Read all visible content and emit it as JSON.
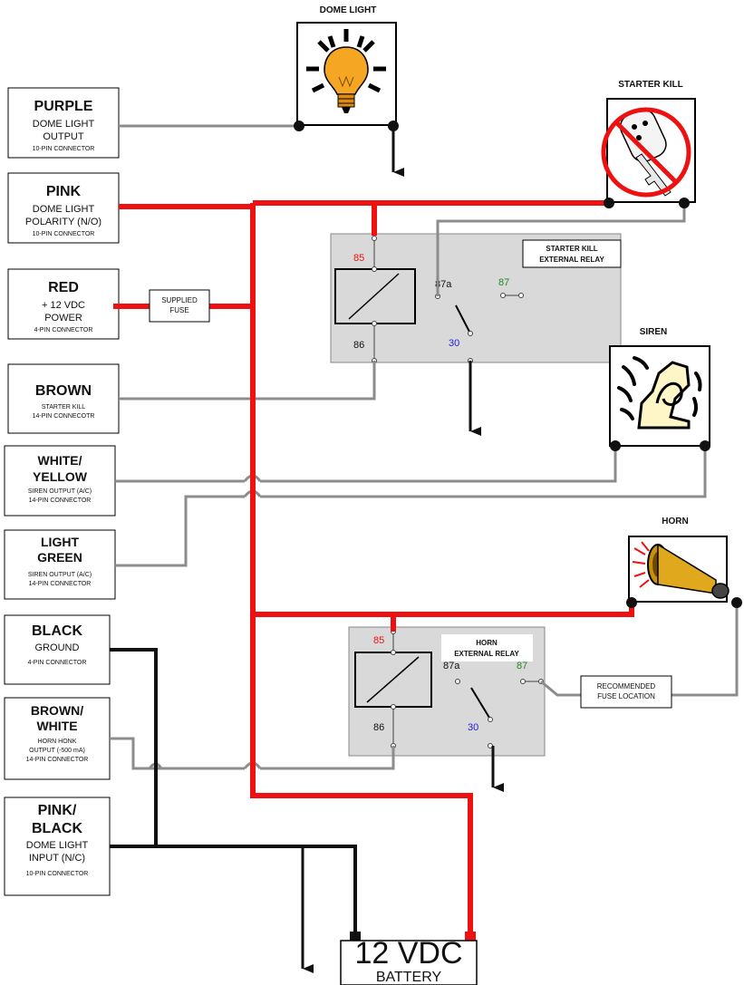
{
  "connectors": [
    {
      "id": "purple",
      "name": "PURPLE",
      "desc": [
        "DOME LIGHT",
        "OUTPUT"
      ],
      "conn": "10-PIN CONNECTOR"
    },
    {
      "id": "pink",
      "name": "PINK",
      "desc": [
        "DOME LIGHT",
        "POLARITY (N/O)"
      ],
      "conn": "10-PIN CONNECTOR"
    },
    {
      "id": "red",
      "name": "RED",
      "desc": [
        "+ 12 VDC",
        "POWER"
      ],
      "conn": "4-PIN CONNECTOR"
    },
    {
      "id": "brown",
      "name": "BROWN",
      "desc": [
        "STARTER KILL"
      ],
      "conn": "14-PIN CONNECOTR"
    },
    {
      "id": "white-yellow",
      "name": [
        "WHITE/",
        "YELLOW"
      ],
      "desc": [
        "SIREN OUTPUT (A/C)"
      ],
      "conn": "14-PIN CONNECTOR"
    },
    {
      "id": "light-green",
      "name": [
        "LIGHT",
        "GREEN"
      ],
      "desc": [
        "SIREN OUTPUT (A/C)"
      ],
      "conn": "14-PIN CONNECTOR"
    },
    {
      "id": "black",
      "name": "BLACK",
      "desc": [
        "GROUND"
      ],
      "conn": "4-PIN CONNECTOR"
    },
    {
      "id": "brown-white",
      "name": [
        "BROWN/",
        "WHITE"
      ],
      "desc": [
        "HORN HONK",
        "OUTPUT (-500 mA)"
      ],
      "conn": "14-PIN CONNECTOR"
    },
    {
      "id": "pink-black",
      "name": [
        "PINK/",
        "BLACK"
      ],
      "desc": [
        "DOME LIGHT",
        "INPUT (N/C)"
      ],
      "conn": "10-PIN CONNECTOR"
    }
  ],
  "devices": {
    "dome_light": "DOME LIGHT",
    "starter_kill": "STARTER KILL",
    "siren": "SIREN",
    "horn": "HORN"
  },
  "relays": {
    "starter": {
      "title": [
        "STARTER KILL",
        "EXTERNAL RELAY"
      ],
      "pins": {
        "p85": "85",
        "p86": "86",
        "p87a": "87a",
        "p87": "87",
        "p30": "30"
      }
    },
    "horn": {
      "title": [
        "HORN",
        "EXTERNAL RELAY"
      ],
      "pins": {
        "p85": "85",
        "p86": "86",
        "p87a": "87a",
        "p87": "87",
        "p30": "30"
      }
    }
  },
  "fuse_supplied": [
    "SUPPLIED",
    "FUSE"
  ],
  "fuse_recommended": [
    "RECOMMENDED",
    "FUSE LOCATION"
  ],
  "battery": {
    "voltage": "12 VDC",
    "label": "BATTERY"
  },
  "colors": {
    "red_wire": "#ee1111",
    "gray_wire": "#8c8c8c",
    "black_wire": "#111111",
    "relay_fill": "#d9d9d9",
    "pin_85": "#ee1111",
    "pin_87": "#228822",
    "pin_30": "#2222dd",
    "bulb": "#f5a623",
    "siren_fill": "#fff6c8",
    "horn_fill": "#c8900a",
    "prohibit": "#ee1111"
  }
}
